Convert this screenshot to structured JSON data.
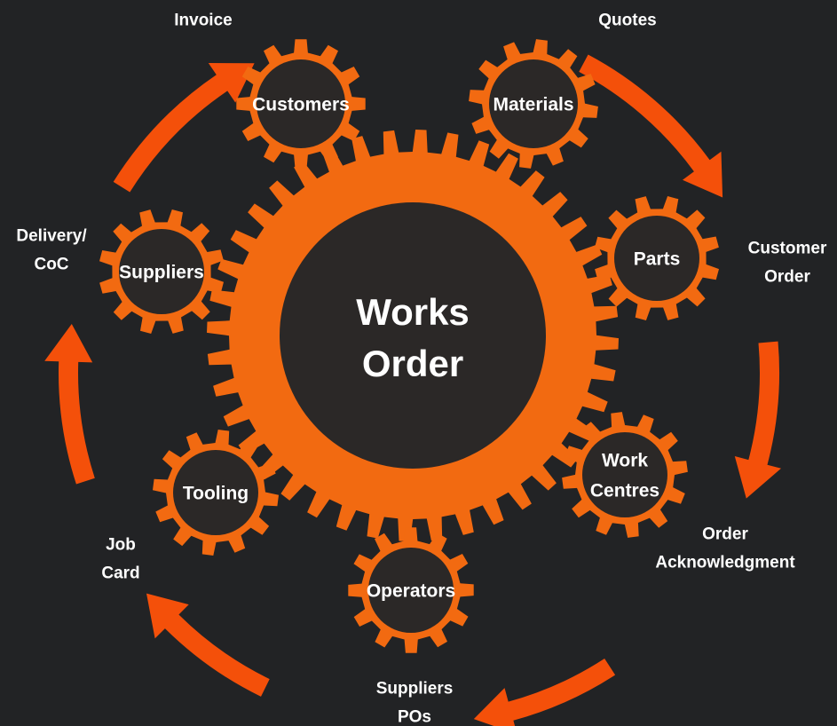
{
  "colors": {
    "background": "#222325",
    "gear": "#f26a11",
    "arrow": "#f4500a",
    "hub": "#2b2827",
    "text": "#ffffff"
  },
  "center": {
    "line1": "Works",
    "line2": "Order"
  },
  "gears": [
    {
      "id": "customers",
      "lines": [
        "Customers"
      ]
    },
    {
      "id": "materials",
      "lines": [
        "Materials"
      ]
    },
    {
      "id": "parts",
      "lines": [
        "Parts"
      ]
    },
    {
      "id": "work-centres",
      "lines": [
        "Work",
        "Centres"
      ]
    },
    {
      "id": "operators",
      "lines": [
        "Operators"
      ]
    },
    {
      "id": "tooling",
      "lines": [
        "Tooling"
      ]
    },
    {
      "id": "suppliers",
      "lines": [
        "Suppliers"
      ]
    }
  ],
  "stages": [
    {
      "id": "quotes",
      "lines": [
        "Quotes"
      ]
    },
    {
      "id": "customer-order",
      "lines": [
        "Customer",
        "Order"
      ]
    },
    {
      "id": "order-acknowledgment",
      "lines": [
        "Order",
        "Acknowledgment"
      ]
    },
    {
      "id": "suppliers-pos",
      "lines": [
        "Suppliers",
        "POs"
      ]
    },
    {
      "id": "job-card",
      "lines": [
        "Job",
        "Card"
      ]
    },
    {
      "id": "delivery-coc",
      "lines": [
        "Delivery/",
        "CoC"
      ]
    },
    {
      "id": "invoice",
      "lines": [
        "Invoice"
      ]
    }
  ]
}
